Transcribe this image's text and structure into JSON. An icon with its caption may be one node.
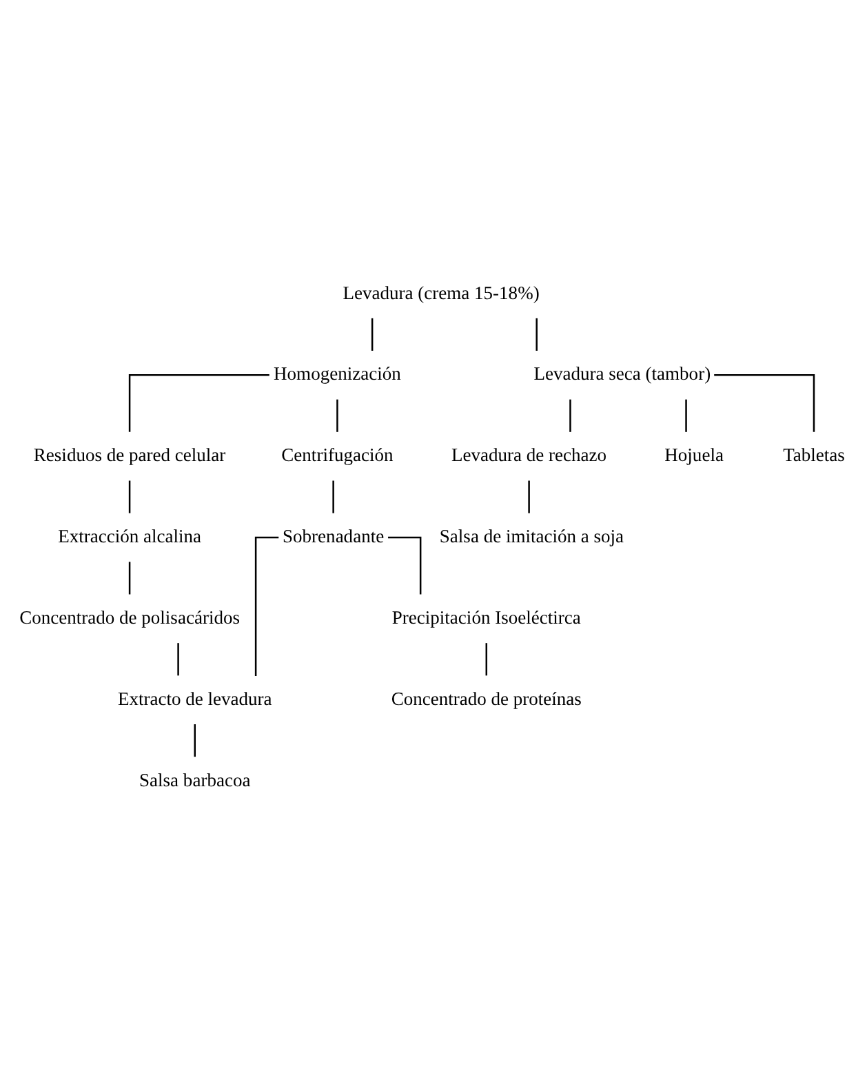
{
  "diagram": {
    "nodes": [
      {
        "text": [
          "Levadura (crema 15-18%)"
        ]
      },
      {
        "text": [
          "Homogenización"
        ]
      },
      {
        "text": [
          "Centrifugación"
        ]
      },
      {
        "text": [
          "Residuos de pared celular"
        ]
      },
      {
        "text": [
          "Levadura seca (tambor)"
        ]
      },
      {
        "text": [
          "Sobrenadante"
        ]
      },
      {
        "text": [
          "Extracción alcalina"
        ]
      },
      {
        "text": [
          "Hojuela"
        ]
      },
      {
        "text": [
          "Tabletas"
        ]
      },
      {
        "text": [
          "Concentrado de polisacáridos"
        ]
      },
      {
        "text": [
          "Levadura de rechazo"
        ]
      },
      {
        "text": [
          "Extracto de levadura"
        ]
      },
      {
        "text": [
          "Precipitación Isoeléctirca"
        ]
      },
      {
        "text": [
          "Salsa barbacoa"
        ]
      },
      {
        "text": [
          "Salsa de imitación a soja"
        ]
      },
      {
        "text": [
          "Concentrado de proteínas"
        ]
      }
    ],
    "edges": [
      {
        "from": 0,
        "to": 1,
        "arrow": "none"
      },
      {
        "from": 0,
        "to": 4,
        "arrow": "none"
      },
      {
        "from": 1,
        "to": 2,
        "arrow": "none"
      },
      {
        "from": 1,
        "to": 3,
        "arrow": "none"
      },
      {
        "from": 2,
        "to": 5,
        "arrow": "none"
      },
      {
        "from": 3,
        "to": 6,
        "arrow": "none"
      },
      {
        "from": 4,
        "to": 7,
        "arrow": "none"
      },
      {
        "from": 4,
        "to": 8,
        "arrow": "none"
      },
      {
        "from": 4,
        "to": 10,
        "arrow": "none"
      },
      {
        "from": 6,
        "to": 9,
        "arrow": "none"
      },
      {
        "from": 9,
        "to": 11,
        "arrow": "none"
      },
      {
        "from": 5,
        "to": 11,
        "arrow": "none"
      },
      {
        "from": 5,
        "to": 12,
        "arrow": "none"
      },
      {
        "from": 11,
        "to": 13,
        "arrow": "none"
      },
      {
        "from": 10,
        "to": 14,
        "arrow": "none"
      },
      {
        "from": 12,
        "to": 15,
        "arrow": "none"
      }
    ]
  }
}
